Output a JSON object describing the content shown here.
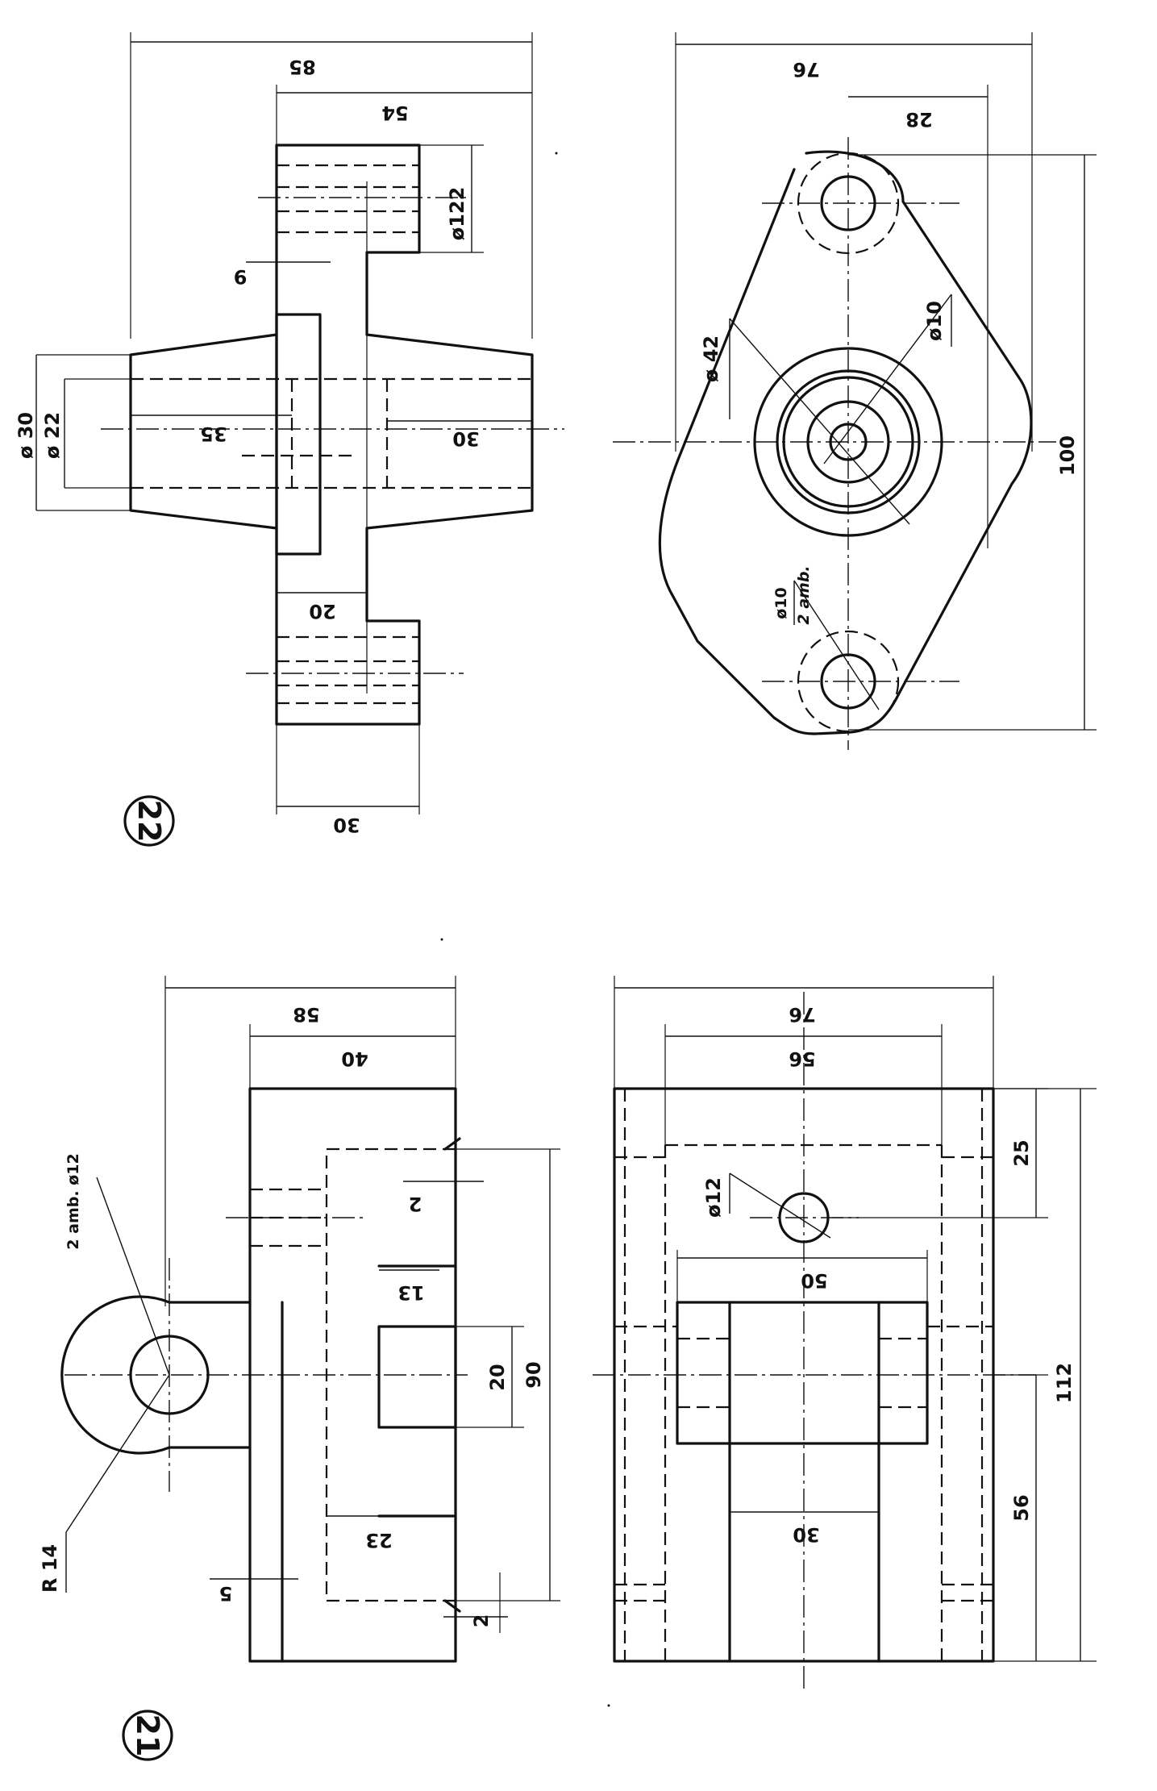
{
  "drawings": [
    {
      "number": "22",
      "dimensions": {
        "overall_width": "85",
        "body_width": "54",
        "dia_boss": "ø122",
        "step_9": "9",
        "dia_30": "ø 30",
        "dia_22": "ø 22",
        "hub_35": "35",
        "hub_30": "30",
        "wall_20": "20",
        "base_30": "30",
        "top_width": "76",
        "hole_spacing_28": "28",
        "dia_42": "ø 42",
        "dia_10_center": "ø10",
        "dia_10_holes": "ø10",
        "holes_note": "2 amb.",
        "length_100": "100"
      }
    },
    {
      "number": "21",
      "dimensions": {
        "hole_note": "2 amb. ø12",
        "radius": "R 14",
        "overall_width": "58",
        "inner_width": "40",
        "gap_2_top": "2",
        "step_13": "13",
        "slot_20": "20",
        "height_90": "90",
        "step_23": "23",
        "wall_5": "5",
        "gap_2_bottom": "2",
        "top_width": "76",
        "inner_56": "56",
        "hole_25": "25",
        "dia_12": "ø12",
        "slot_50": "50",
        "length_112": "112",
        "half_56": "56",
        "slot_30": "30"
      }
    }
  ]
}
